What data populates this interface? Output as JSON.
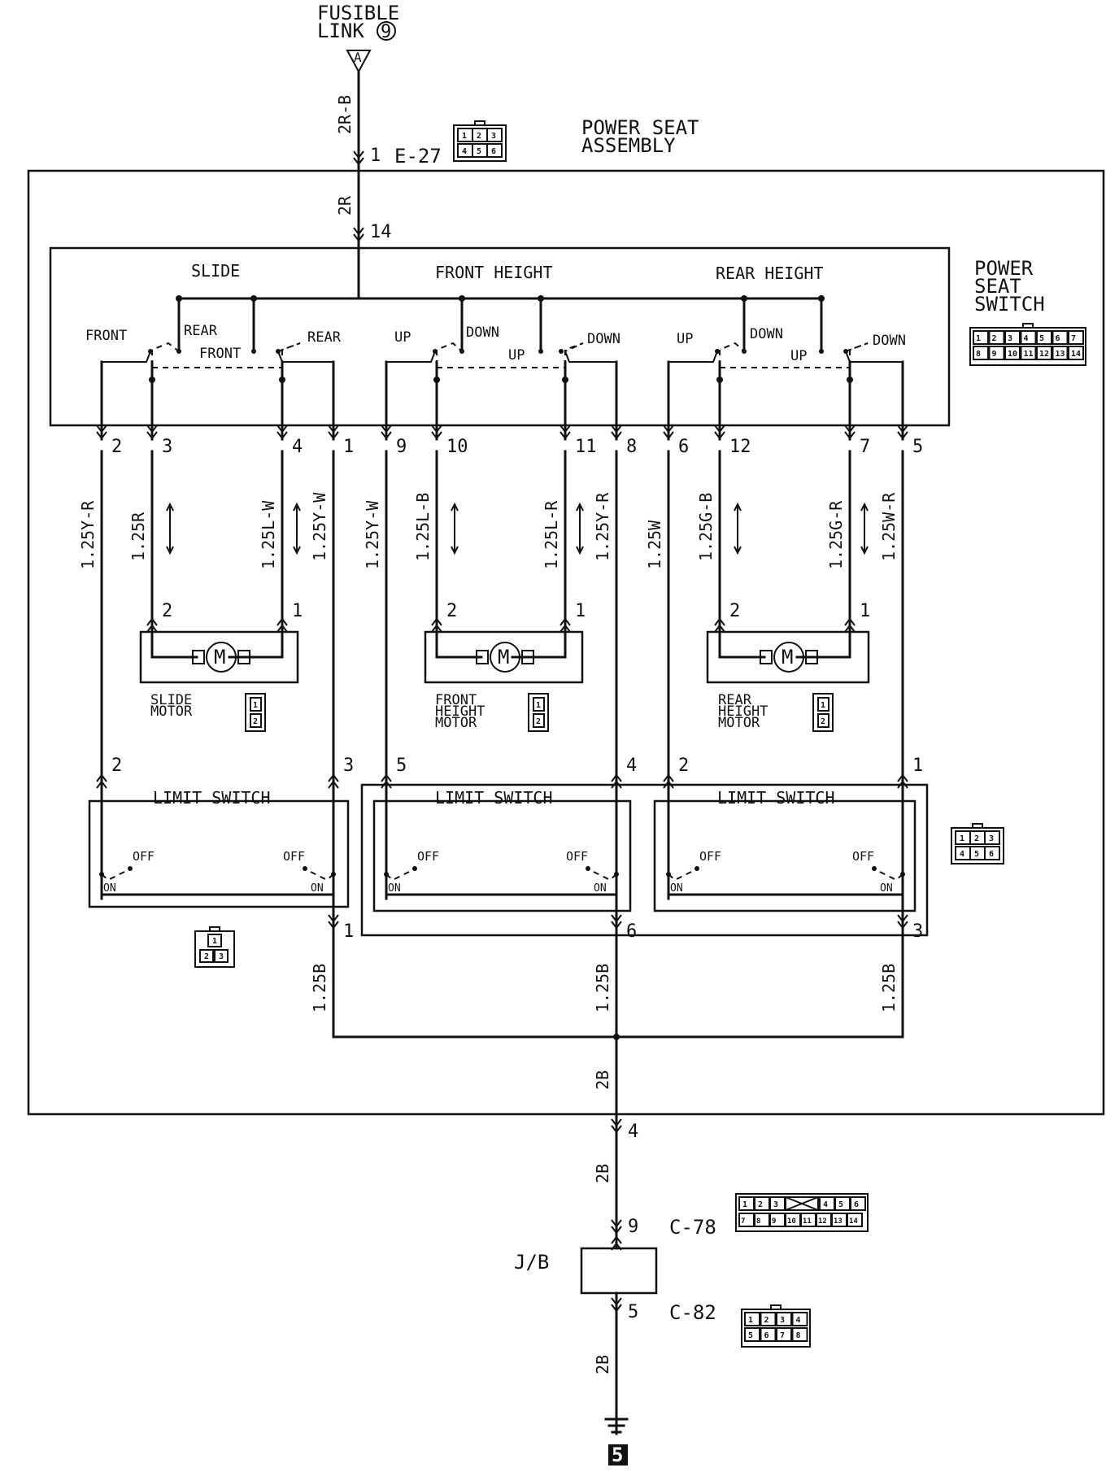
{
  "supply": {
    "line1": "FUSIBLE",
    "line2": "LINK",
    "link_no": "9",
    "letter": "A",
    "wire": "2R-B"
  },
  "e27": {
    "pin": "1",
    "name": "E-27",
    "wire_in": "2R",
    "switch_pin": "14",
    "cells": [
      "1",
      "2",
      "3",
      "4",
      "5",
      "6"
    ]
  },
  "assembly": {
    "line1": "POWER SEAT",
    "line2": "ASSEMBLY"
  },
  "switch": {
    "line1": "POWER",
    "line2": "SEAT",
    "line3": "SWITCH",
    "cells": [
      "1",
      "2",
      "3",
      "4",
      "5",
      "6",
      "7",
      "8",
      "9",
      "10",
      "11",
      "12",
      "13",
      "14"
    ],
    "groups": [
      "SLIDE",
      "FRONT HEIGHT",
      "REAR HEIGHT"
    ],
    "contacts": {
      "front": "FRONT",
      "rear": "REAR",
      "up": "UP",
      "down": "DOWN"
    }
  },
  "pins": [
    "2",
    "3",
    "4",
    "1",
    "9",
    "10",
    "11",
    "8",
    "6",
    "12",
    "7",
    "5"
  ],
  "wires": [
    "1.25Y-R",
    "1.25R",
    "1.25L-W",
    "1.25Y-W",
    "1.25Y-W",
    "1.25L-B",
    "1.25L-R",
    "1.25Y-R",
    "1.25W",
    "1.25G-B",
    "1.25G-R",
    "1.25W-R"
  ],
  "motors": [
    {
      "line1": "SLIDE",
      "line2": "MOTOR",
      "line3": "",
      "pin_a": "2",
      "pin_b": "1",
      "cells": [
        "1",
        "2"
      ]
    },
    {
      "line1": "FRONT",
      "line2": "HEIGHT",
      "line3": "MOTOR",
      "pin_a": "2",
      "pin_b": "1",
      "cells": [
        "1",
        "2"
      ]
    },
    {
      "line1": "REAR",
      "line2": "HEIGHT",
      "line3": "MOTOR",
      "pin_a": "2",
      "pin_b": "1",
      "cells": [
        "1",
        "2"
      ]
    }
  ],
  "motor_symbol": "M",
  "limit": {
    "title": "LIMIT SWITCH",
    "off": "OFF",
    "on": "ON",
    "in_pins": [
      "2",
      "3",
      "5",
      "4",
      "2",
      "1"
    ],
    "out_pins": [
      "1",
      "6",
      "3"
    ],
    "cells_left": [
      "1",
      "2",
      "3"
    ],
    "cells_right": [
      "1",
      "2",
      "3",
      "4",
      "5",
      "6"
    ]
  },
  "ground_wires": [
    "1.25B",
    "1.25B",
    "1.25B"
  ],
  "ground": {
    "wire_main": "2B",
    "pin_out": "4",
    "wire_2": "2B",
    "c78_pin": "9",
    "c78": "C-78",
    "jb": "J/B",
    "c82_pin": "5",
    "c82": "C-82",
    "wire_3": "2B",
    "ground_no": "5",
    "c78_cells": [
      "1",
      "2",
      "3",
      "4",
      "5",
      "6",
      "7",
      "8",
      "9",
      "10",
      "11",
      "12",
      "13",
      "14"
    ],
    "c82_cells": [
      "1",
      "2",
      "3",
      "4",
      "5",
      "6",
      "7",
      "8"
    ]
  }
}
